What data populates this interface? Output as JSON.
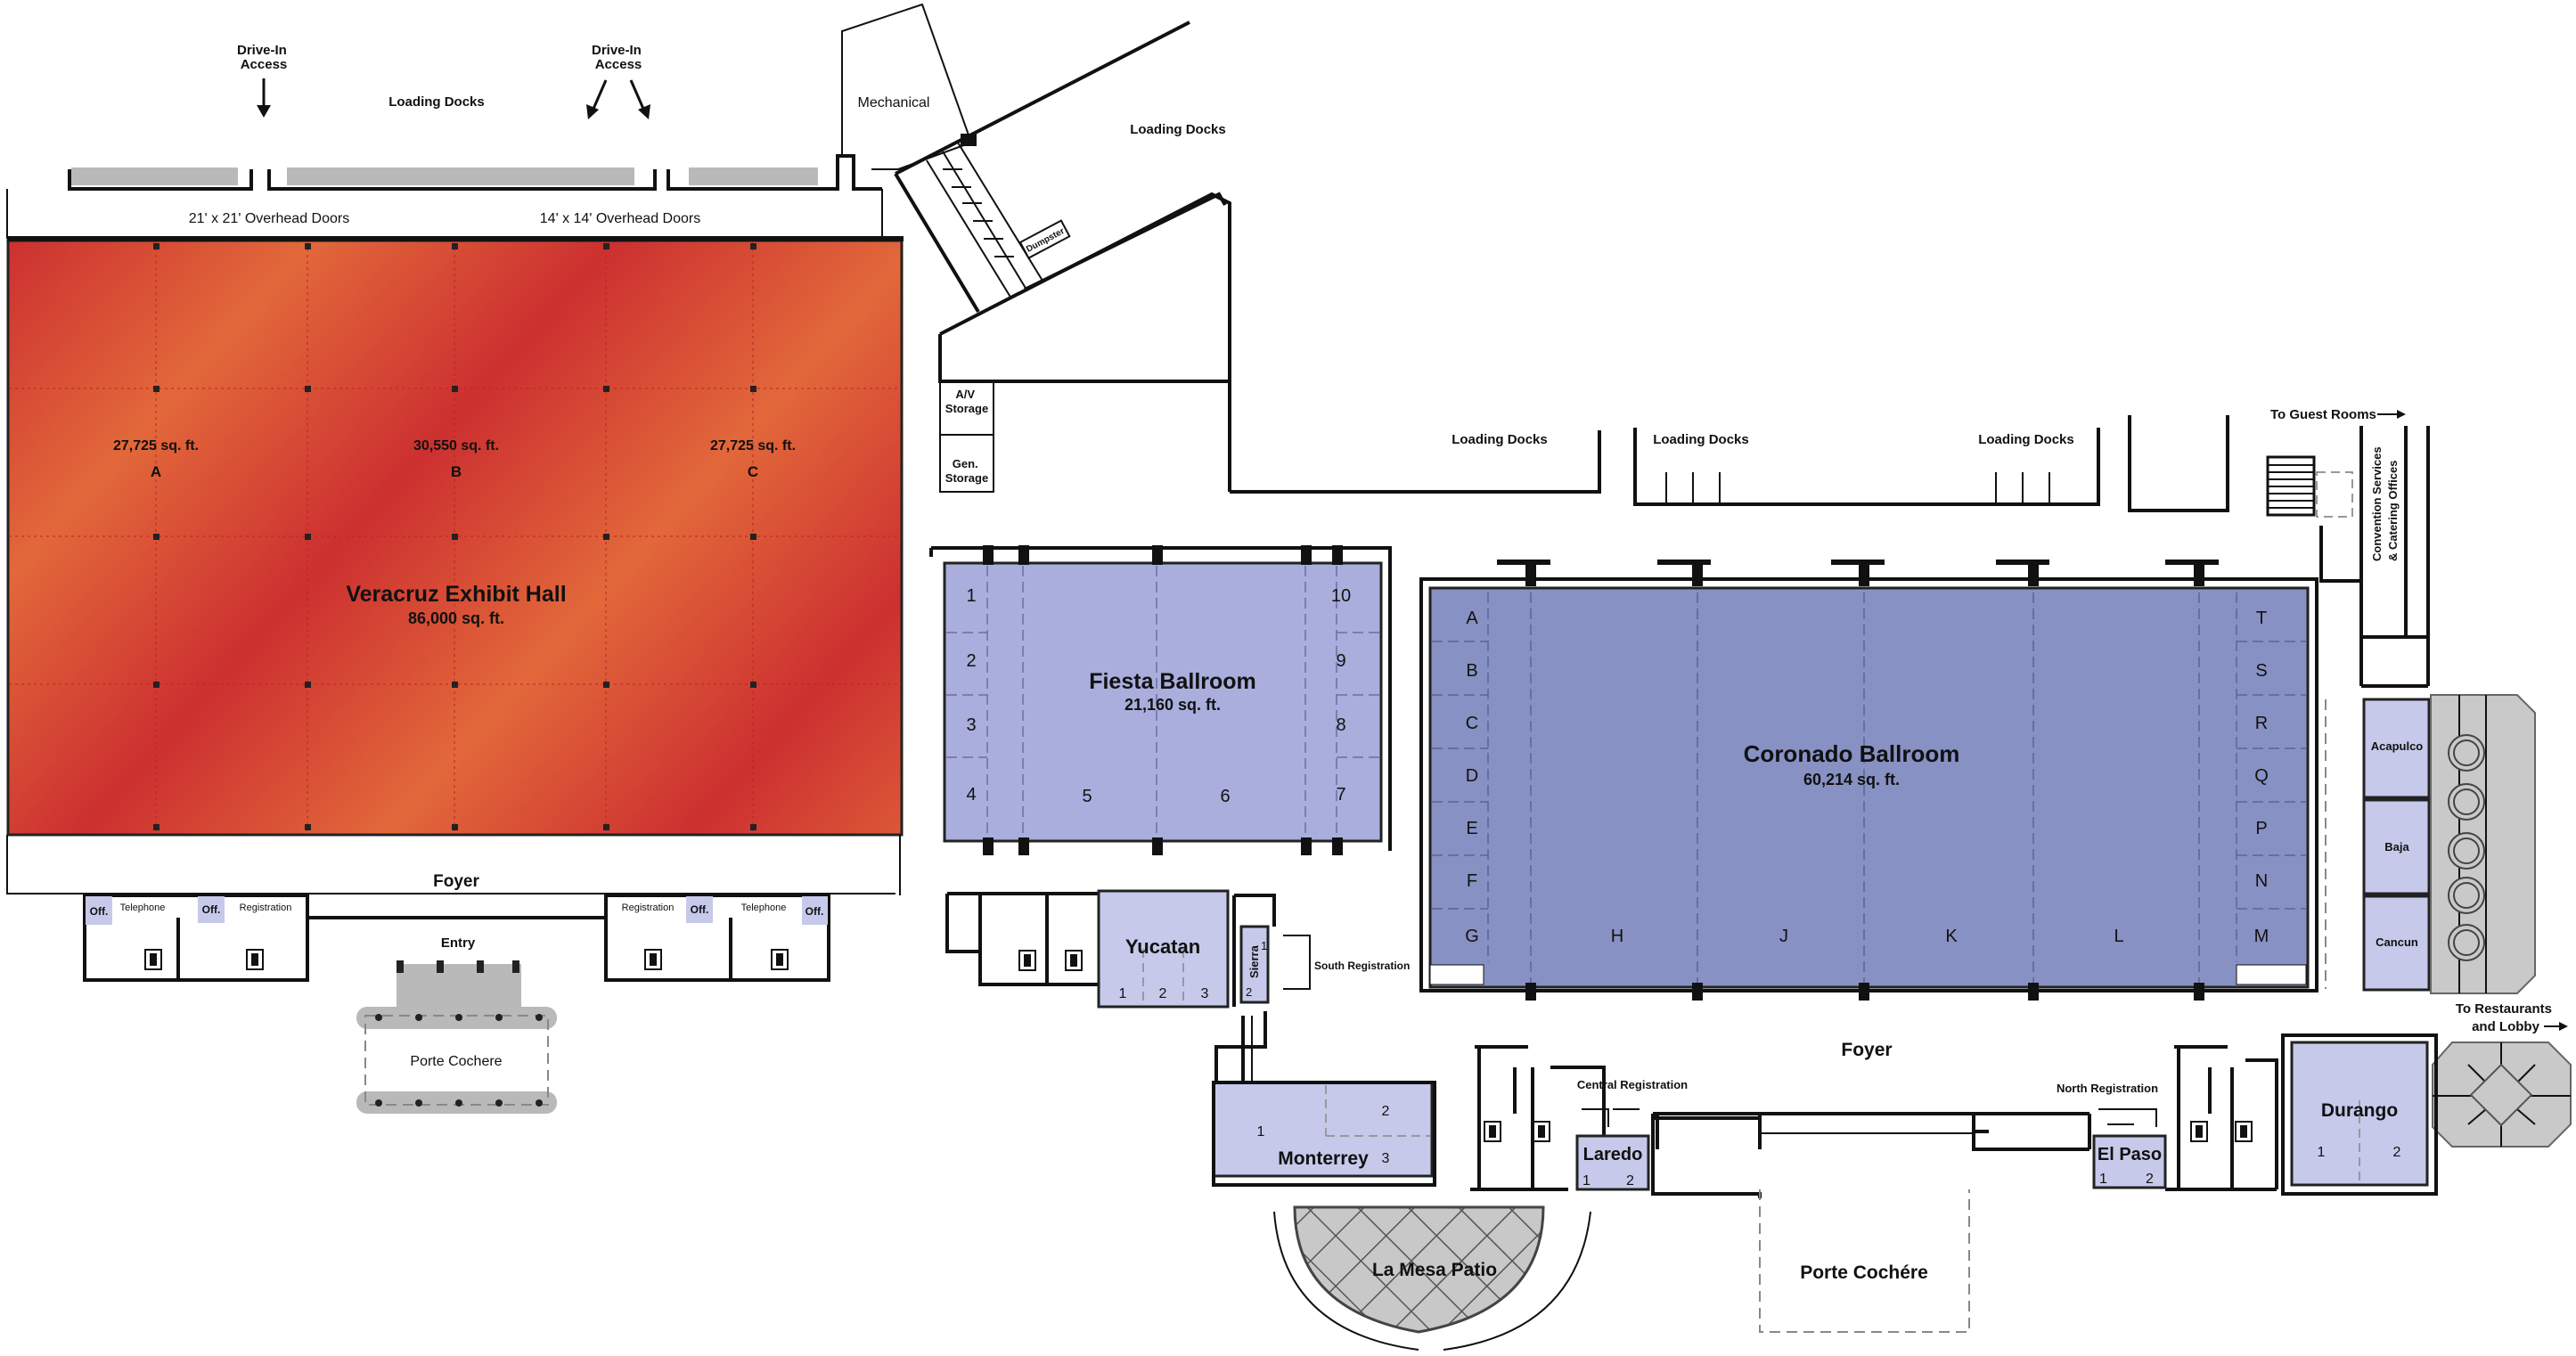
{
  "top": {
    "drive_in_1": [
      "Drive-In",
      "Access"
    ],
    "drive_in_2": [
      "Drive-In",
      "Access"
    ],
    "loading_docks_1": "Loading Docks",
    "mechanical": "Mechanical",
    "loading_docks_2": "Loading Docks",
    "doors_1": "21' x 21' Overhead Doors",
    "doors_2": "14' x 14' Overhead Doors",
    "dumpster": "Dumpster",
    "av_storage": [
      "A/V",
      "Storage"
    ],
    "gen_storage": [
      "Gen.",
      "Storage"
    ],
    "loading_docks_3": "Loading Docks",
    "loading_docks_4": "Loading Docks",
    "loading_docks_5": "Loading Docks",
    "to_guest_rooms": "To Guest Rooms",
    "convention_services": [
      "Convention Services",
      "& Catering Offices"
    ]
  },
  "veracruz": {
    "name": "Veracruz Exhibit Hall",
    "area": "86,000 sq. ft.",
    "sections": [
      {
        "letter": "A",
        "area": "27,725 sq. ft."
      },
      {
        "letter": "B",
        "area": "30,550 sq. ft."
      },
      {
        "letter": "C",
        "area": "27,725 sq. ft."
      }
    ],
    "color_a": "#cc3030",
    "color_b": "#e2683a"
  },
  "veracruz_foyer": {
    "foyer": "Foyer",
    "entry": "Entry",
    "porte_cochere": "Porte Cochere",
    "telephone_1": "Telephone",
    "telephone_2": "Telephone",
    "registration_1": "Registration",
    "registration_2": "Registration",
    "off": "Off."
  },
  "fiesta": {
    "name": "Fiesta Ballroom",
    "area": "21,160 sq. ft.",
    "left_numbers": [
      "1",
      "2",
      "3",
      "4"
    ],
    "right_numbers": [
      "10",
      "9",
      "8",
      "7"
    ],
    "bottom_numbers": [
      "5",
      "6"
    ],
    "color": "#a9aedc"
  },
  "yucatan": {
    "name": "Yucatan",
    "numbers": [
      "1",
      "2",
      "3"
    ],
    "sierra": "Sierra",
    "sierra_numbers": [
      "1",
      "2"
    ],
    "south_registration": "South Registration"
  },
  "coronado": {
    "name": "Coronado Ballroom",
    "area": "60,214 sq. ft.",
    "left_letters": [
      "A",
      "B",
      "C",
      "D",
      "E",
      "F",
      "G"
    ],
    "right_letters": [
      "T",
      "S",
      "R",
      "Q",
      "P",
      "N",
      "M"
    ],
    "bottom_letters": [
      "H",
      "J",
      "K",
      "L"
    ],
    "color": "#8891c3"
  },
  "east_rooms": {
    "acapulco": "Acapulco",
    "baja": "Baja",
    "cancun": "Cancun",
    "to_restaurants": [
      "To Restaurants",
      "and Lobby"
    ]
  },
  "lower": {
    "foyer": "Foyer",
    "central_registration": "Central Registration",
    "north_registration": "North Registration",
    "monterrey": "Monterrey",
    "monterrey_numbers": [
      "1",
      "2",
      "3"
    ],
    "laredo": "Laredo",
    "laredo_numbers": [
      "1",
      "2"
    ],
    "el_paso": "El Paso",
    "el_paso_numbers": [
      "1",
      "2"
    ],
    "durango": "Durango",
    "durango_numbers": [
      "1",
      "2"
    ],
    "la_mesa_patio": "La Mesa Patio",
    "porte_cochere": "Porte Cochére"
  },
  "colors": {
    "room_light": "#c6c9ea",
    "room_fiesta": "#a9aedc",
    "room_coronado": "#8891c3",
    "gray": "#b9b9b9"
  },
  "icons": [
    "restroom-icon",
    "arrow-down-icon",
    "arrow-right-icon",
    "stairs-icon"
  ]
}
